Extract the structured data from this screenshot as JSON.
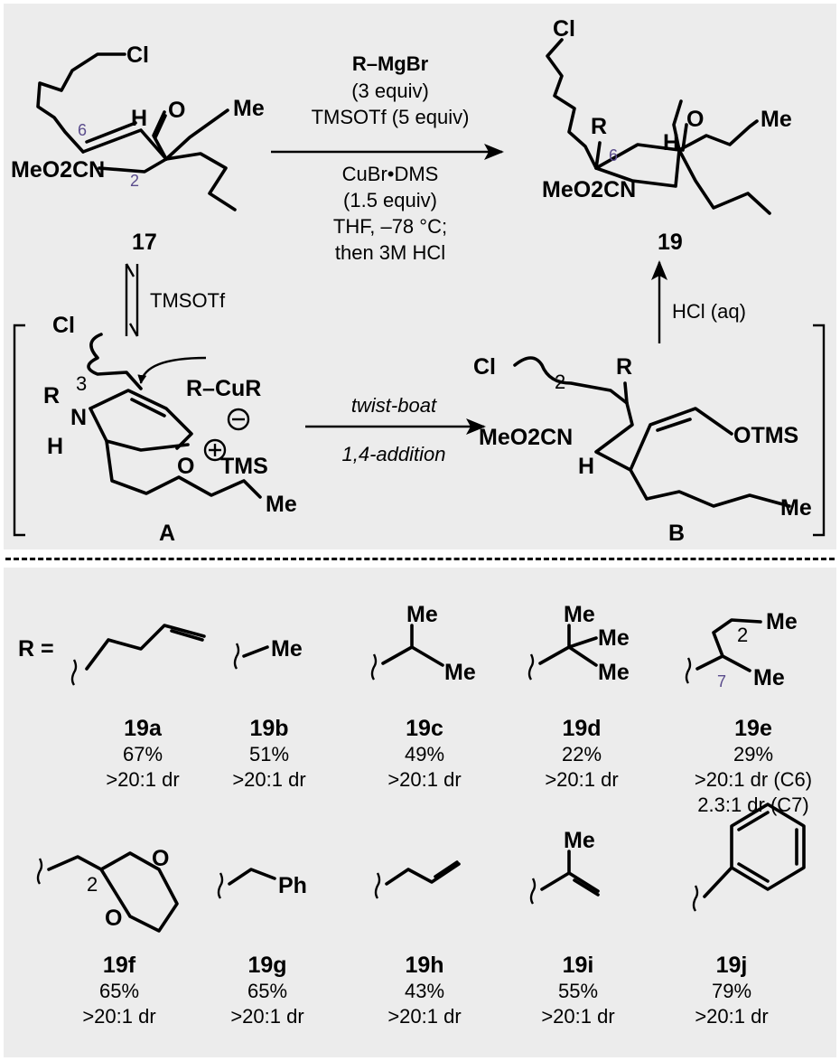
{
  "scheme": {
    "compound_17": {
      "label": "17",
      "cl": "Cl",
      "o": "O",
      "h": "H",
      "me": "Me",
      "ester": "MeO2CN",
      "pos6": "6",
      "pos2": "2"
    },
    "compound_19": {
      "label": "19",
      "cl": "Cl",
      "r": "R",
      "o": "O",
      "h": "H",
      "me": "Me",
      "ester": "MeO2CN",
      "pos6": "6"
    },
    "conditions": {
      "reagent": "R–MgBr",
      "reagent_equiv": "(3 equiv)",
      "additive": "TMSOTf (5 equiv)",
      "catalyst": "CuBr•DMS",
      "catalyst_equiv": "(1.5 equiv)",
      "solvent_temp": "THF, –78 °C;",
      "workup": "then 3M HCl"
    },
    "equilibrium_reagent": "TMSOTf",
    "hydrolysis_reagent": "HCl (aq)",
    "intermediate_A": {
      "label": "A",
      "cl": "Cl",
      "sub3": "3",
      "r": "R",
      "n": "N",
      "h": "H",
      "cuprate": "R–CuR",
      "o": "O",
      "tms": "TMS",
      "me": "Me"
    },
    "intermediate_B": {
      "label": "B",
      "cl": "Cl",
      "sub2": "2",
      "r": "R",
      "ester": "MeO2CN",
      "otms": "OTMS",
      "h": "H",
      "me": "Me"
    },
    "transition": {
      "line1": "twist-boat",
      "line2": "1,4-addition"
    }
  },
  "scope": {
    "r_label": "R =",
    "entries": [
      {
        "id": "19a",
        "yield": "67%",
        "dr": ">20:1 dr"
      },
      {
        "id": "19b",
        "yield": "51%",
        "dr": ">20:1 dr"
      },
      {
        "id": "19c",
        "yield": "49%",
        "dr": ">20:1 dr"
      },
      {
        "id": "19d",
        "yield": "22%",
        "dr": ">20:1 dr"
      },
      {
        "id": "19e",
        "yield": "29%",
        "dr": ">20:1 dr (C6)",
        "dr2": "2.3:1 dr (C7)"
      },
      {
        "id": "19f",
        "yield": "65%",
        "dr": ">20:1 dr"
      },
      {
        "id": "19g",
        "yield": "65%",
        "dr": ">20:1 dr"
      },
      {
        "id": "19h",
        "yield": "43%",
        "dr": ">20:1 dr"
      },
      {
        "id": "19i",
        "yield": "55%",
        "dr": ">20:1 dr"
      },
      {
        "id": "19j",
        "yield": "79%",
        "dr": ">20:1 dr"
      }
    ],
    "fragments": {
      "me": "Me",
      "ph": "Ph",
      "o": "O",
      "sub2": "2",
      "pos7": "7"
    }
  }
}
